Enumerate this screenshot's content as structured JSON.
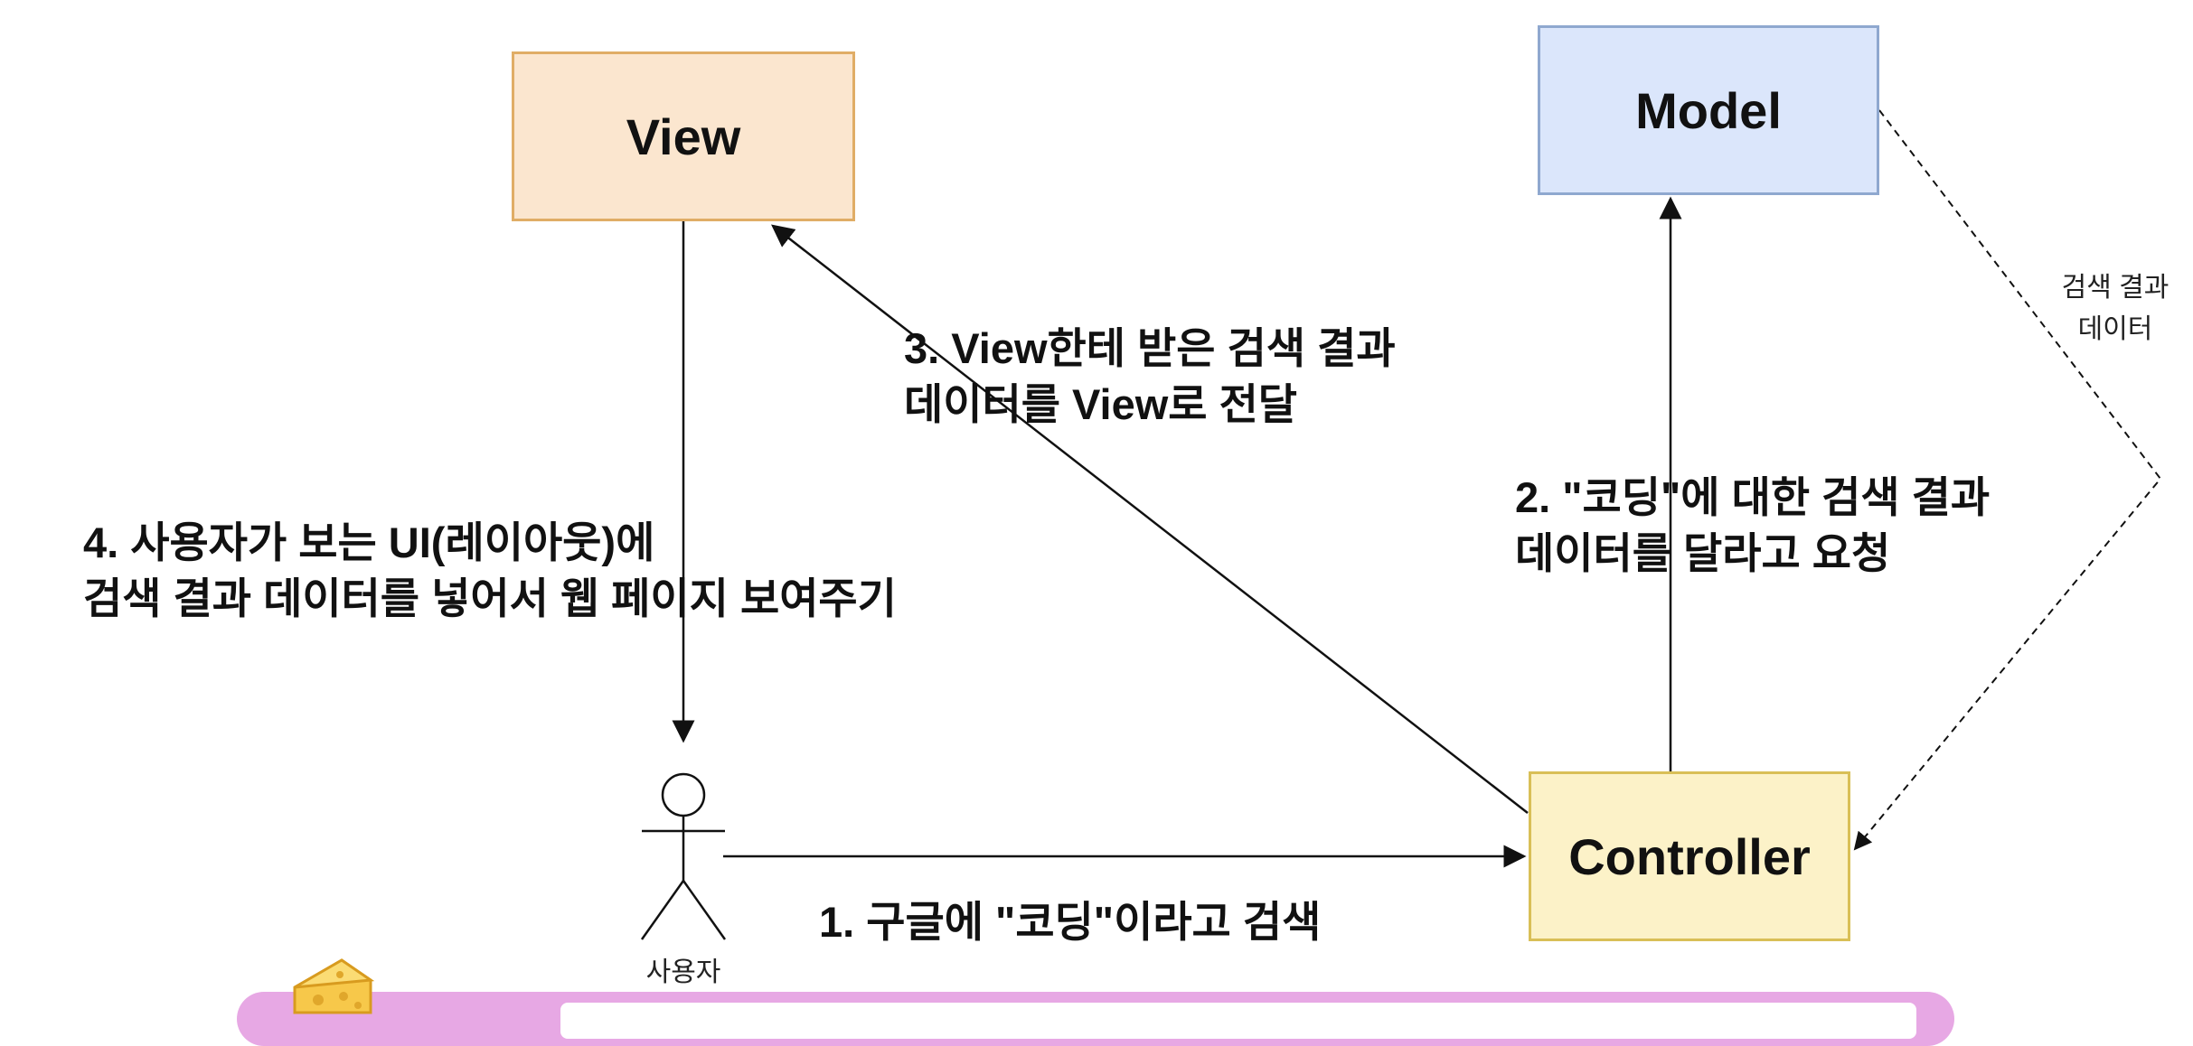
{
  "nodes": {
    "view": "View",
    "model": "Model",
    "controller": "Controller",
    "user": "사용자"
  },
  "steps": {
    "step1": "1. 구글에 \"코딩\"이라고 검색",
    "step2": [
      "2. \"코딩\"에 대한 검색 결과",
      "데이터를 달라고 요청"
    ],
    "step3": [
      "3. View한테 받은 검색 결과",
      "데이터를 View로 전달"
    ],
    "step4": [
      "4. 사용자가 보는 UI(레이아웃)에",
      "검색 결과 데이터를 넣어서 웹 페이지 보여주기"
    ]
  },
  "model_response": [
    "검색 결과",
    "데이터"
  ],
  "colors": {
    "view_fill": "#fbe6cf",
    "model_fill": "#dbe6fb",
    "controller_fill": "#fcf2c8",
    "footer_bar": "#e7a8e4"
  },
  "icons": [
    "user-stick-figure-icon",
    "cheese-icon"
  ]
}
